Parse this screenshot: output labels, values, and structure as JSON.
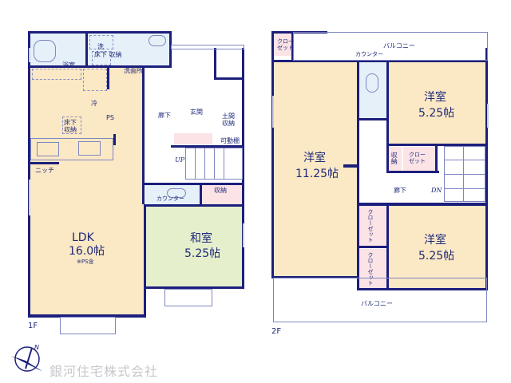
{
  "floor1": {
    "tag": "1F",
    "rooms": {
      "bath": "浴室",
      "washer": "洗",
      "underfloor_storage_wash": "床下\n収納",
      "washroom": "洗面所",
      "fridge": "冷",
      "ps": "PS",
      "underfloor_storage_kitchen": "床下\n収納",
      "niche": "ニッチ",
      "hallway": "廊下",
      "entrance": "玄関",
      "doma_storage": "土間\n収納",
      "movable_shelf": "可動棚",
      "stairs_up": "UP",
      "counter": "カウンター",
      "storage": "収納",
      "ldk_name": "LDK",
      "ldk_size": "16.0帖",
      "ldk_note": "※PS含",
      "washitsu_name": "和室",
      "washitsu_size": "5.25帖"
    }
  },
  "floor2": {
    "tag": "2F",
    "rooms": {
      "closet_top": "クロー\nゼット",
      "balcony_top": "バルコニー",
      "counter": "カウンター",
      "yoshitsu_ne_name": "洋室",
      "yoshitsu_ne_size": "5.25帖",
      "yoshitsu_w_name": "洋室",
      "yoshitsu_w_size": "11.25帖",
      "storage": "収納",
      "closet_mid": "クロー\nゼット",
      "hallway": "廊下",
      "stairs_down": "DN",
      "closet_v1": "クローゼット",
      "closet_v2": "クローゼット",
      "yoshitsu_se_name": "洋室",
      "yoshitsu_se_size": "5.25帖",
      "balcony_bottom": "バルコニー"
    }
  },
  "footer": {
    "company": "銀河住宅株式会社",
    "compass_icon": "north-arrow-icon",
    "north_label": "N"
  },
  "colors": {
    "wall": "#1c1f7c",
    "ldk_fill": "#fbe8c4",
    "wet_fill": "#e6f0f8",
    "tatami_fill": "#e5efcc",
    "closet_fill": "#fbe3e6"
  }
}
